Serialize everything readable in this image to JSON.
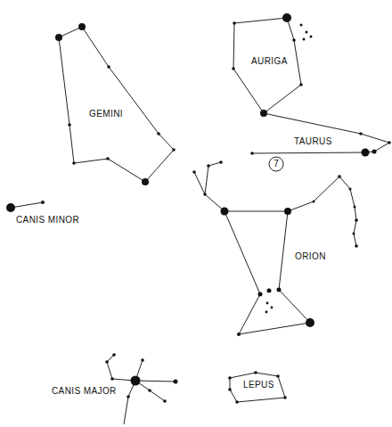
{
  "diagram": {
    "nodes": [
      {
        "text": [
          "7"
        ]
      }
    ],
    "labels": [
      "AURIGA",
      "GEMINI",
      "TAURUS",
      "CANIS MINOR",
      "ORION",
      "CANIS MAJOR",
      "LEPUS"
    ]
  }
}
